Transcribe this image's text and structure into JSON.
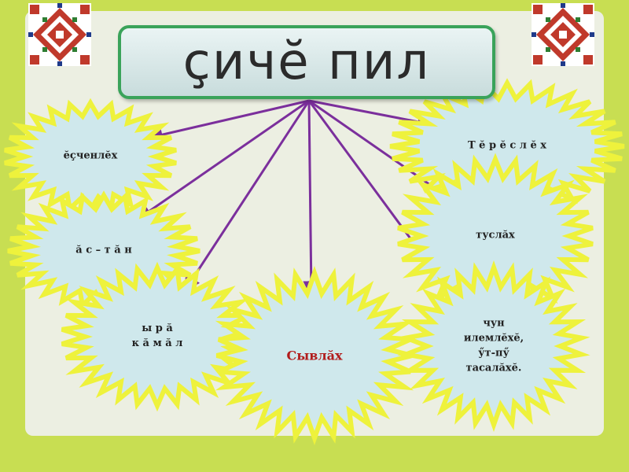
{
  "title": "çичĕ пил",
  "nodes": [
    {
      "id": "n1",
      "label": "ĕçченлĕх"
    },
    {
      "id": "n2",
      "label": "ă с – т ă н"
    },
    {
      "id": "n3",
      "label": "ы р ă\n к ă м ă л"
    },
    {
      "id": "n4",
      "label": "Сывлăх"
    },
    {
      "id": "n5",
      "label": "Т ĕ р ĕ с л ĕ х"
    },
    {
      "id": "n6",
      "label": "туслăх"
    },
    {
      "id": "n7",
      "label": "чун\nилемлĕхĕ,\nӳт-пӳ\nтасалăхĕ."
    }
  ],
  "colors": {
    "frame_green": "#c8de52",
    "panel": "#ecefe2",
    "burst_fill": "#cfe8ec",
    "burst_outline": "#eef23c",
    "arrow": "#7b2f9c",
    "title_border": "#3aa35a",
    "accent_red": "#b11c1c"
  },
  "decorations": [
    "ornament-top-left",
    "ornament-top-right"
  ]
}
